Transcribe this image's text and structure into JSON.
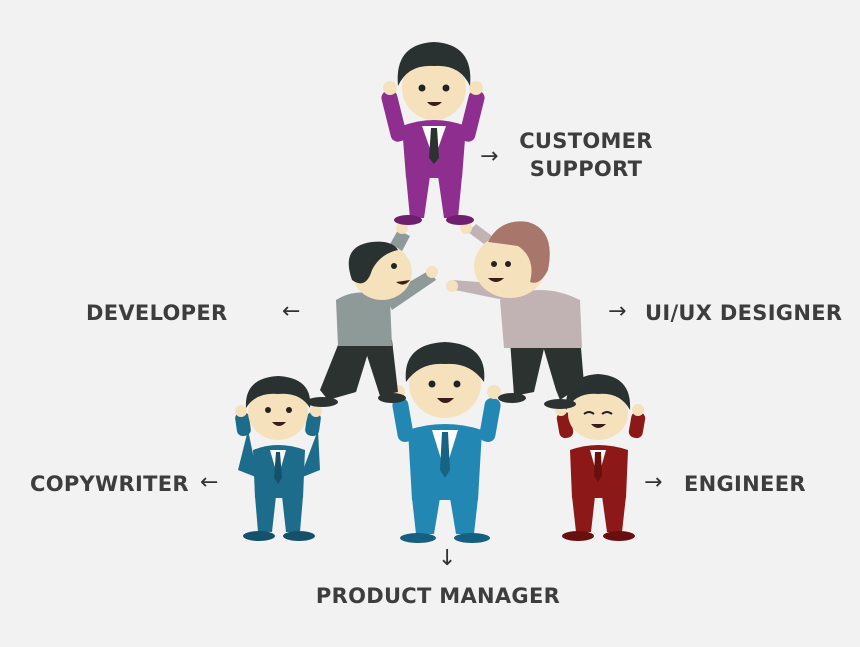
{
  "roles": {
    "customer_support_line1": "CUSTOMER",
    "customer_support_line2": "SUPPORT",
    "developer": "DEVELOPER",
    "uiux_designer": "UI/UX DESIGNER",
    "copywriter": "COPYWRITER",
    "engineer": "ENGINEER",
    "product_manager": "PRODUCT MANAGER"
  },
  "colors": {
    "background": "#f2f2f2",
    "customer_support_suit": "#8e2e8f",
    "developer_shirt": "#8e9a98",
    "designer_shirt": "#c1b2b4",
    "copywriter_suit": "#1d6c8c",
    "product_manager_suit": "#2387b3",
    "engineer_suit": "#8d1818",
    "pants_dark": "#2c3230",
    "hair": "#2a3131",
    "hair_brown": "#a9766b",
    "skin": "#f5e2bd",
    "text": "#3d3d3d"
  }
}
